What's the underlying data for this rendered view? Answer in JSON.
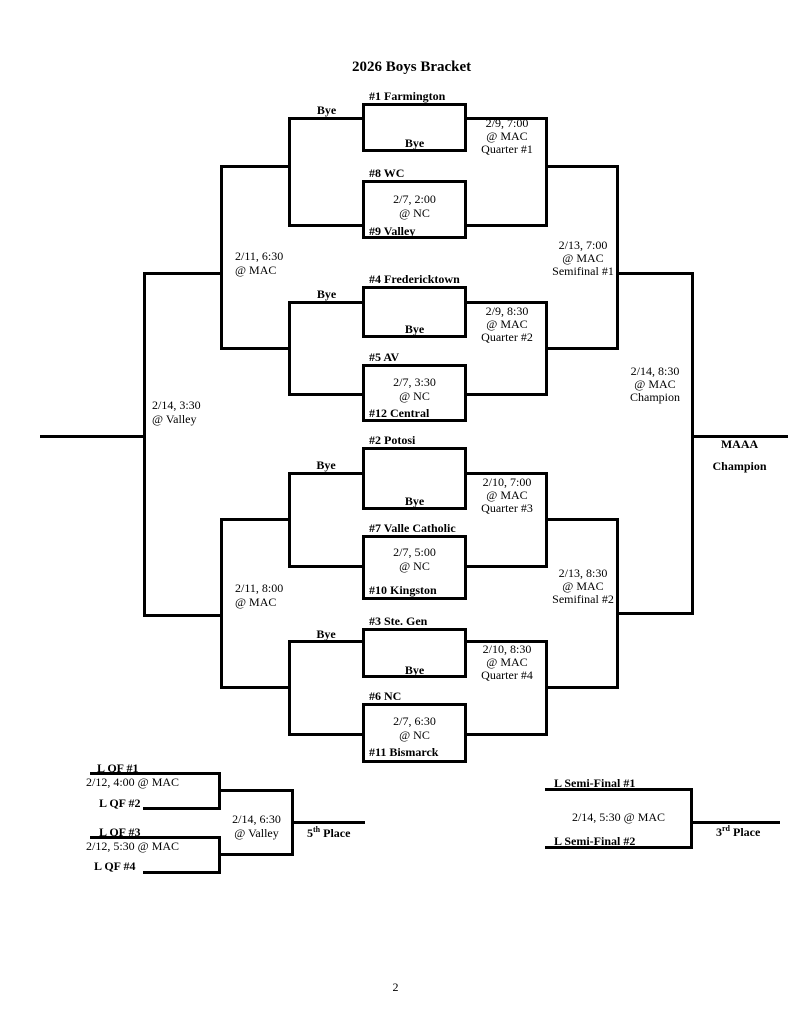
{
  "title": "2026 Boys Bracket",
  "page_number": "2",
  "main": {
    "groups": [
      {
        "bye": "Bye",
        "seed_top": "#1 Farmington",
        "top_box_bottom": "Bye",
        "seed_mid": "#8 WC",
        "game_date": "2/7, 2:00",
        "game_venue": "@ NC",
        "seed_bottom": "#9 Valley",
        "qf_date": "2/9, 7:00",
        "qf_venue": "@ MAC",
        "qf_name": "Quarter #1"
      },
      {
        "bye": "Bye",
        "seed_top": "#4 Fredericktown",
        "top_box_bottom": "Bye",
        "seed_mid": "#5 AV",
        "game_date": "2/7, 3:30",
        "game_venue": "@ NC",
        "seed_bottom": "#12 Central",
        "qf_date": "2/9, 8:30",
        "qf_venue": "@ MAC",
        "qf_name": "Quarter #2"
      },
      {
        "bye": "Bye",
        "seed_top": "#2 Potosi",
        "top_box_bottom": "Bye",
        "seed_mid": "#7 Valle Catholic",
        "game_date": "2/7, 5:00",
        "game_venue": "@ NC",
        "seed_bottom": "#10 Kingston",
        "qf_date": "2/10, 7:00",
        "qf_venue": "@ MAC",
        "qf_name": "Quarter #3"
      },
      {
        "bye": "Bye",
        "seed_top": "#3 Ste. Gen",
        "top_box_bottom": "Bye",
        "seed_mid": "#6 NC",
        "game_date": "2/7, 6:30",
        "game_venue": "@ NC",
        "seed_bottom": "#11 Bismarck",
        "qf_date": "2/10, 8:30",
        "qf_venue": "@ MAC",
        "qf_name": "Quarter #4"
      }
    ],
    "left_game1": {
      "date": "2/11, 6:30",
      "venue": "@ MAC"
    },
    "left_game2": {
      "date": "2/11, 8:00",
      "venue": "@ MAC"
    },
    "left_final": {
      "date": "2/14, 3:30",
      "venue": "@ Valley"
    },
    "semifinal1": {
      "date": "2/13, 7:00",
      "venue": "@ MAC",
      "name": "Semifinal #1"
    },
    "semifinal2": {
      "date": "2/13, 8:30",
      "venue": "@ MAC",
      "name": "Semifinal #2"
    },
    "final_game": {
      "date": "2/14, 8:30",
      "venue": "@ MAC",
      "name": "Champion"
    },
    "champion": {
      "line1": "MAAA",
      "line2": "Champion"
    }
  },
  "fifth": {
    "entry1": "L QF #1",
    "entry2": "L QF #2",
    "entry3": "L QF #3",
    "entry4": "L QF #4",
    "game1": "2/12, 4:00 @ MAC",
    "game2": "2/12, 5:30 @ MAC",
    "final_date": "2/14, 6:30",
    "final_venue": "@ Valley",
    "place_num": "5",
    "place_sup": "th",
    "place_rest": " Place"
  },
  "third": {
    "entry1": "L Semi-Final #1",
    "entry2": "L Semi-Final #2",
    "game": "2/14, 5:30 @ MAC",
    "place_num": "3",
    "place_sup": "rd",
    "place_rest": " Place"
  }
}
